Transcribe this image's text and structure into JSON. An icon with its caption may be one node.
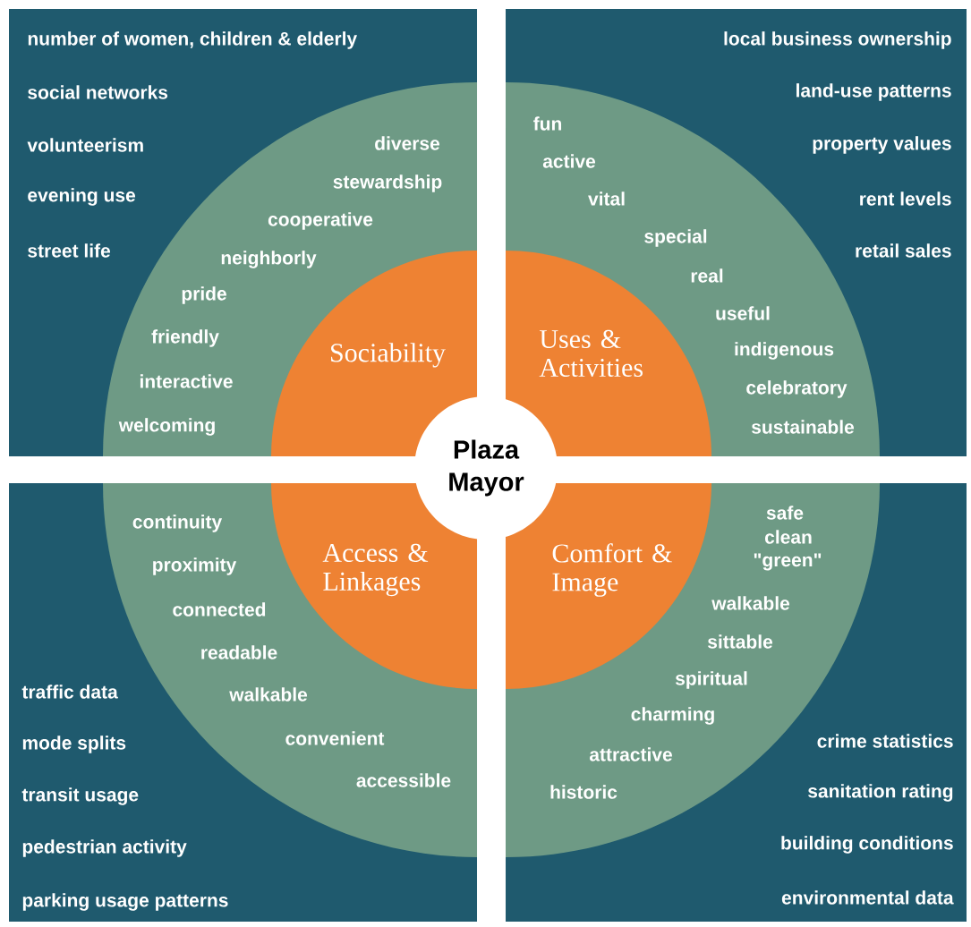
{
  "diagram": {
    "nodes": [
      {
        "text": [
          "number of women, children & elderly",
          "social networks",
          "volunteerism",
          "evening use",
          "street life"
        ]
      },
      {
        "text": [
          "diverse",
          "stewardship",
          "cooperative",
          "neighborly",
          "pride",
          "friendly",
          "interactive",
          "welcoming"
        ],
        "in": 0
      },
      {
        "text": [
          "Sociability"
        ],
        "in": 1
      },
      {
        "text": [
          "local business ownership",
          "land-use patterns",
          "property values",
          "rent levels",
          "retail sales"
        ]
      },
      {
        "text": [
          "fun",
          "active",
          "vital",
          "special",
          "real",
          "useful",
          "indigenous",
          "celebratory",
          "sustainable"
        ],
        "in": 3
      },
      {
        "text": [
          "Uses & Activities"
        ],
        "in": 4
      },
      {
        "text": [
          "traffic data",
          "mode splits",
          "transit usage",
          "pedestrian activity",
          "parking usage patterns"
        ]
      },
      {
        "text": [
          "continuity",
          "proximity",
          "connected",
          "readable",
          "walkable",
          "convenient",
          "accessible"
        ],
        "in": 6
      },
      {
        "text": [
          "Access & Linkages"
        ],
        "in": 7
      },
      {
        "text": [
          "crime statistics",
          "sanitation rating",
          "building conditions",
          "environmental data"
        ]
      },
      {
        "text": [
          "safe",
          "clean",
          "\"green\"",
          "walkable",
          "sittable",
          "spiritual",
          "charming",
          "attractive",
          "historic"
        ],
        "in": 9
      },
      {
        "text": [
          "Comfort & Image"
        ],
        "in": 10
      },
      {
        "text": [
          "Plaza Mayor"
        ]
      }
    ]
  }
}
